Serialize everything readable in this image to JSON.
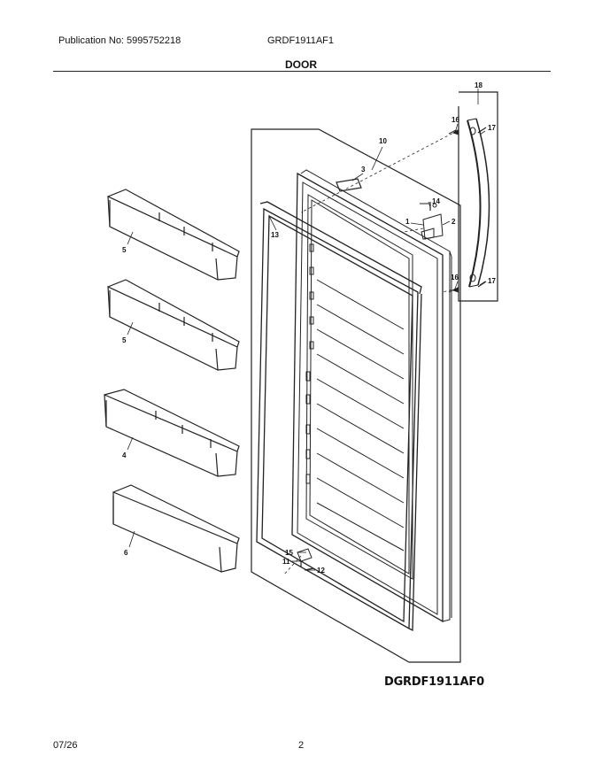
{
  "header": {
    "publication": "Publication No: 5995752218",
    "model": "GRDF1911AF1"
  },
  "section_title": "DOOR",
  "drawing_code": "DGRDF1911AF0",
  "footer": {
    "date": "07/26",
    "page": "2"
  },
  "callouts": {
    "c18": "18",
    "c16a": "16",
    "c17a": "17",
    "c16b": "16",
    "c17b": "17",
    "c10": "10",
    "c3": "3",
    "c14": "14",
    "c1": "1",
    "c2": "2",
    "c13": "13",
    "c5a": "5",
    "c5b": "5",
    "c4": "4",
    "c6": "6",
    "c15": "15",
    "c11": "11",
    "c12": "12"
  }
}
